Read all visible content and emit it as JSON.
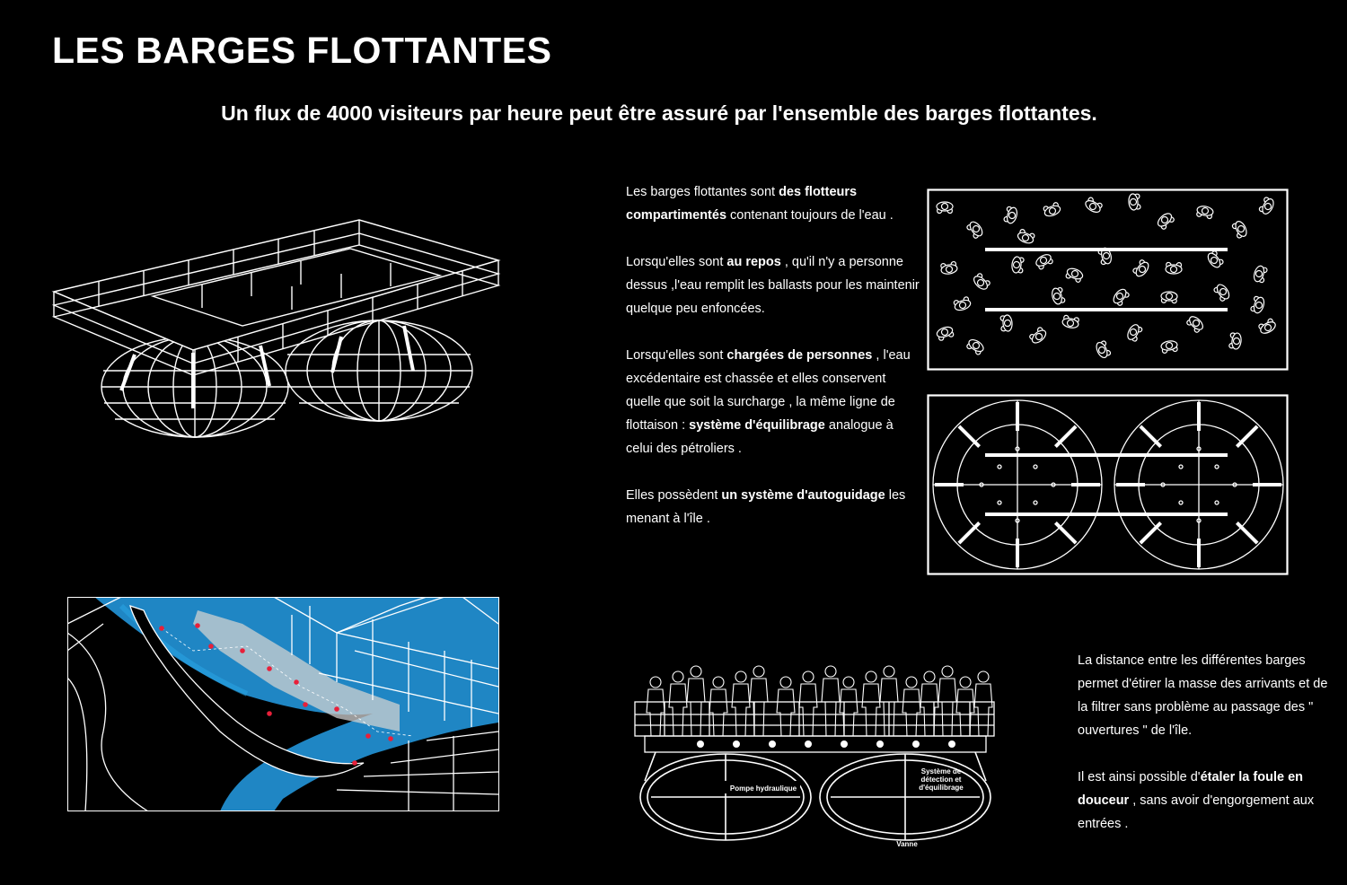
{
  "title": "LES BARGES FLOTTANTES",
  "subtitle": "Un flux de 4000 visiteurs par heure peut être assuré par l'ensemble des barges flottantes.",
  "text_main": {
    "p1": {
      "a": "Les barges flottantes sont ",
      "b": "des flotteurs compartimentés",
      "c": " contenant toujours de l'eau ."
    },
    "p2": {
      "a": "Lorsqu'elles sont ",
      "b": "au repos",
      "c": " , qu'il n'y a personne dessus ,l'eau remplit les ballasts pour les maintenir quelque peu enfoncées."
    },
    "p3": {
      "a": "Lorsqu'elles sont ",
      "b": "chargées de personnes",
      "c": " , l'eau excédentaire est chassée et elles conservent quelle que soit la surcharge , la même ligne de flottaison : ",
      "d": "système d'équilibrage",
      "e": " analogue à celui des pétroliers ."
    },
    "p4": {
      "a": "Elles possèdent  ",
      "b": "un système d'autoguidage",
      "c": " les menant à l'île ."
    }
  },
  "text_right": {
    "p1": "La distance entre les différentes barges permet d'étirer la masse des arrivants et de la filtrer sans problème au passage des \" ouvertures \" de l'île.",
    "p2": {
      "a": "Il est  ainsi possible d'",
      "b": "étaler la foule en douceur",
      "c": " , sans avoir d'engorgement aux entrées ."
    }
  },
  "section_labels": {
    "pump": "Pompe hydraulique",
    "system_line1": "Système de",
    "system_line2": "détection et",
    "system_line3": "d'équilibrage",
    "valve": "Vanne"
  },
  "colors": {
    "background": "#000000",
    "line": "#ffffff",
    "water": "#1e8fd0",
    "markers": "#e8203a"
  }
}
